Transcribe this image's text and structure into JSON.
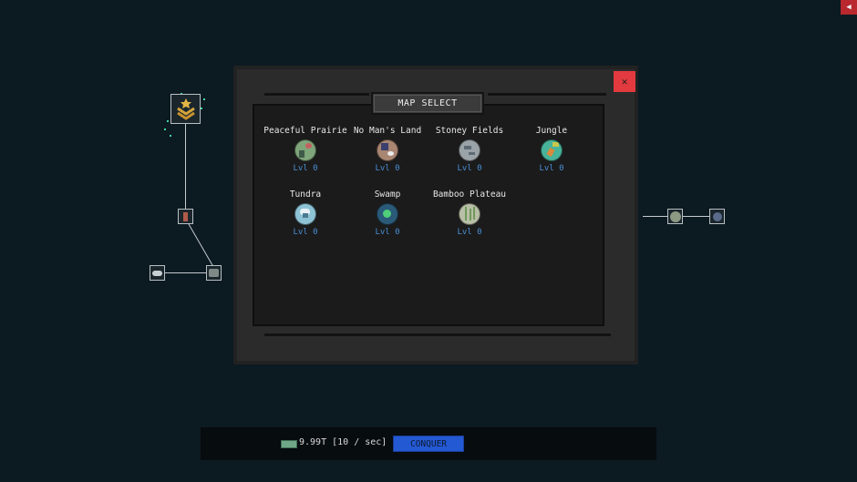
{
  "corner_button": {
    "icon": "speaker-icon",
    "glyph": "◀"
  },
  "modal": {
    "title": "MAP SELECT",
    "close_glyph": "✕",
    "maps": [
      {
        "name": "Peaceful Prairie",
        "level": "Lvl 0",
        "icon_color": "#7fa57a",
        "accent": "#c56060"
      },
      {
        "name": "No Man's Land",
        "level": "Lvl 0",
        "icon_color": "#a88672",
        "accent": "#3a3f6e"
      },
      {
        "name": "Stoney Fields",
        "level": "Lvl 0",
        "icon_color": "#9aa3a8",
        "accent": "#5d6a74"
      },
      {
        "name": "Jungle",
        "level": "Lvl 0",
        "icon_color": "#48b39a",
        "accent": "#d98a3a"
      },
      {
        "name": "Tundra",
        "level": "Lvl 0",
        "icon_color": "#8ec3d6",
        "accent": "#e8f2f6"
      },
      {
        "name": "Swamp",
        "level": "Lvl 0",
        "icon_color": "#2a5a78",
        "accent": "#4fcf7a"
      },
      {
        "name": "Bamboo Plateau",
        "level": "Lvl 0",
        "icon_color": "#b9bfa6",
        "accent": "#6f9a5a"
      }
    ]
  },
  "graph": {
    "nodes": [
      {
        "id": "rank-chevron",
        "icon": "rank-chevron-icon",
        "color": "#d4a43a"
      },
      {
        "id": "soldier",
        "icon": "soldier-icon",
        "color": "#b05a4a"
      },
      {
        "id": "cloud-left",
        "icon": "cloud-icon",
        "color": "#c9d0d2"
      },
      {
        "id": "rock-left",
        "icon": "rock-icon",
        "color": "#7f8a86"
      },
      {
        "id": "map-right-1",
        "icon": "map-globe-icon",
        "color": "#8c9a84"
      },
      {
        "id": "map-right-2",
        "icon": "map-globe-icon",
        "color": "#5a6a8a"
      }
    ]
  },
  "footer": {
    "currency_icon": "cash-icon",
    "currency_text": "9.99T [10 / sec]",
    "conquer_label": "CONQUER"
  },
  "colors": {
    "background": "#0c1a22",
    "close_red": "#e23a3f",
    "conquer_blue": "#2459d4",
    "level_blue": "#4a8fd6"
  }
}
